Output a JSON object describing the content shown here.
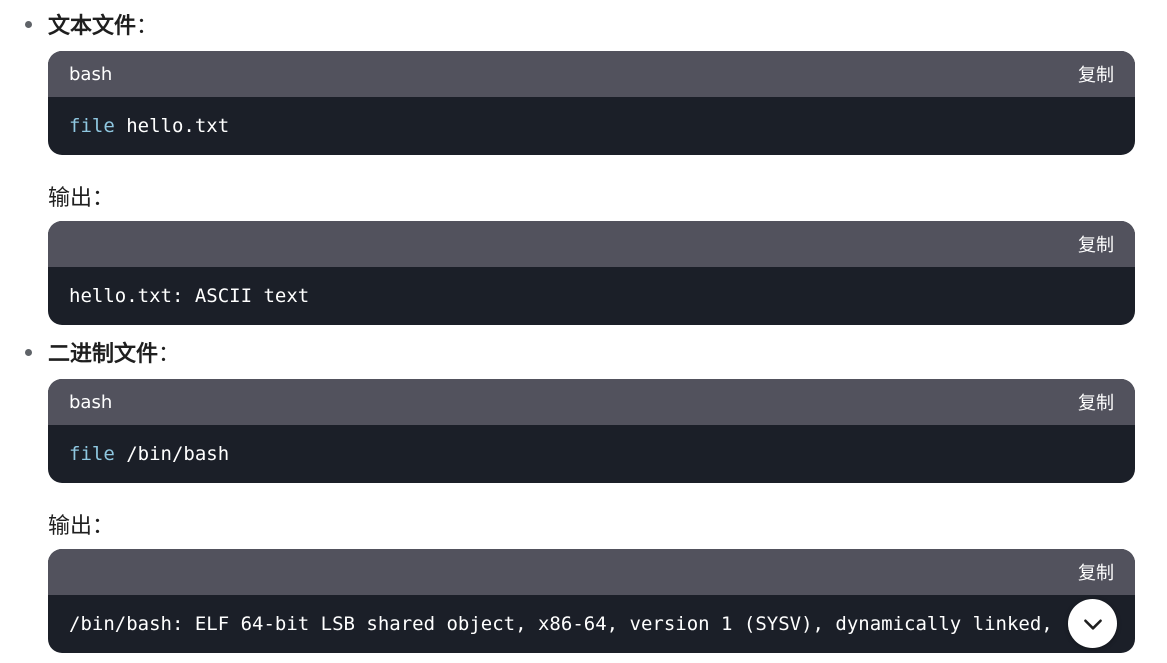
{
  "sections": [
    {
      "bullet_title": "文本文件",
      "bullet_suffix": "：",
      "command_block": {
        "lang": "bash",
        "copy_label": "复制",
        "keyword": "file",
        "argument": " hello.txt"
      },
      "output_label": "输出：",
      "output_block": {
        "lang": "",
        "copy_label": "复制",
        "text": "hello.txt: ASCII text"
      }
    },
    {
      "bullet_title": "二进制文件",
      "bullet_suffix": "：",
      "command_block": {
        "lang": "bash",
        "copy_label": "复制",
        "keyword": "file",
        "argument": " /bin/bash"
      },
      "output_label": "输出：",
      "output_block": {
        "lang": "",
        "copy_label": "复制",
        "text": "/bin/bash: ELF 64-bit LSB shared object, x86-64, version 1 (SYSV), dynamically linked, ..."
      }
    }
  ],
  "scroll_button": {
    "icon": "chevron-down-icon"
  }
}
